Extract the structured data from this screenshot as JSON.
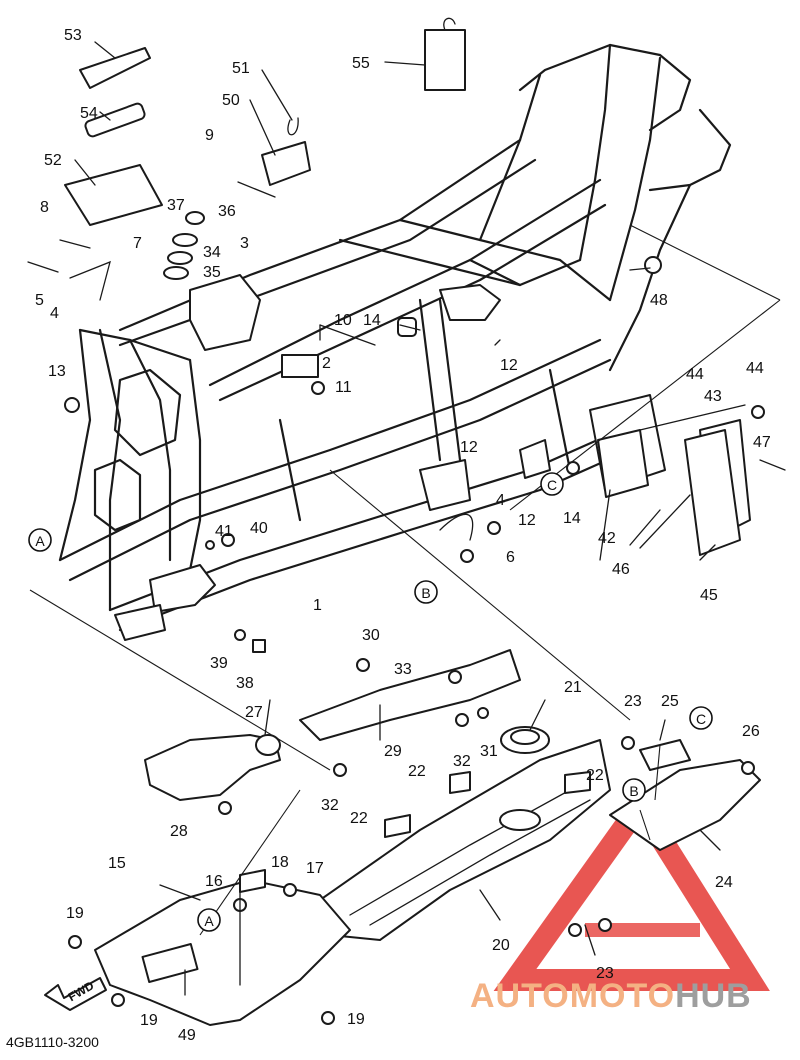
{
  "diagram": {
    "code": "4GB1110-3200",
    "fwd_label": "FWD",
    "watermark": {
      "brand_a": "AUTOMOTO",
      "brand_b": "HUB",
      "color_a": "#f4b183",
      "color_b": "#9e9e9e",
      "triangle_color": "#e53935"
    },
    "ref_circles": [
      {
        "id": "A",
        "label": "A"
      },
      {
        "id": "B",
        "label": "B"
      },
      {
        "id": "C",
        "label": "C"
      },
      {
        "id": "A2",
        "label": "A"
      },
      {
        "id": "B2",
        "label": "B"
      },
      {
        "id": "C2",
        "label": "C"
      }
    ],
    "callouts": {
      "c53": "53",
      "c54": "54",
      "c52": "52",
      "c51": "51",
      "c50": "50",
      "c55": "55",
      "c9": "9",
      "c8": "8",
      "c37": "37",
      "c36": "36",
      "c3": "3",
      "c7": "7",
      "c34": "34",
      "c35": "35",
      "c5": "5",
      "c4a": "4",
      "c48": "48",
      "c10": "10",
      "c14a": "14",
      "c2": "2",
      "c12a": "12",
      "c11": "11",
      "c13": "13",
      "c44a": "44",
      "c44b": "44",
      "c43": "43",
      "c12b": "12",
      "c47": "47",
      "c14b": "14",
      "c42": "42",
      "c4b": "4",
      "c12c": "12",
      "c6": "6",
      "c46": "46",
      "c45": "45",
      "c41": "41",
      "c40": "40",
      "c1": "1",
      "c39": "39",
      "c38": "38",
      "c30": "30",
      "c33": "33",
      "c21": "21",
      "c23a": "23",
      "c25": "25",
      "c26": "26",
      "c27": "27",
      "c29": "29",
      "c32a": "32",
      "c31": "31",
      "c22a": "22",
      "c22b": "22",
      "c32b": "32",
      "c22c": "22",
      "c28": "28",
      "c24": "24",
      "c15": "15",
      "c18": "18",
      "c17": "17",
      "c16": "16",
      "c19a": "19",
      "c20": "20",
      "c23b": "23",
      "c19b": "19",
      "c49": "49",
      "c19c": "19"
    }
  }
}
